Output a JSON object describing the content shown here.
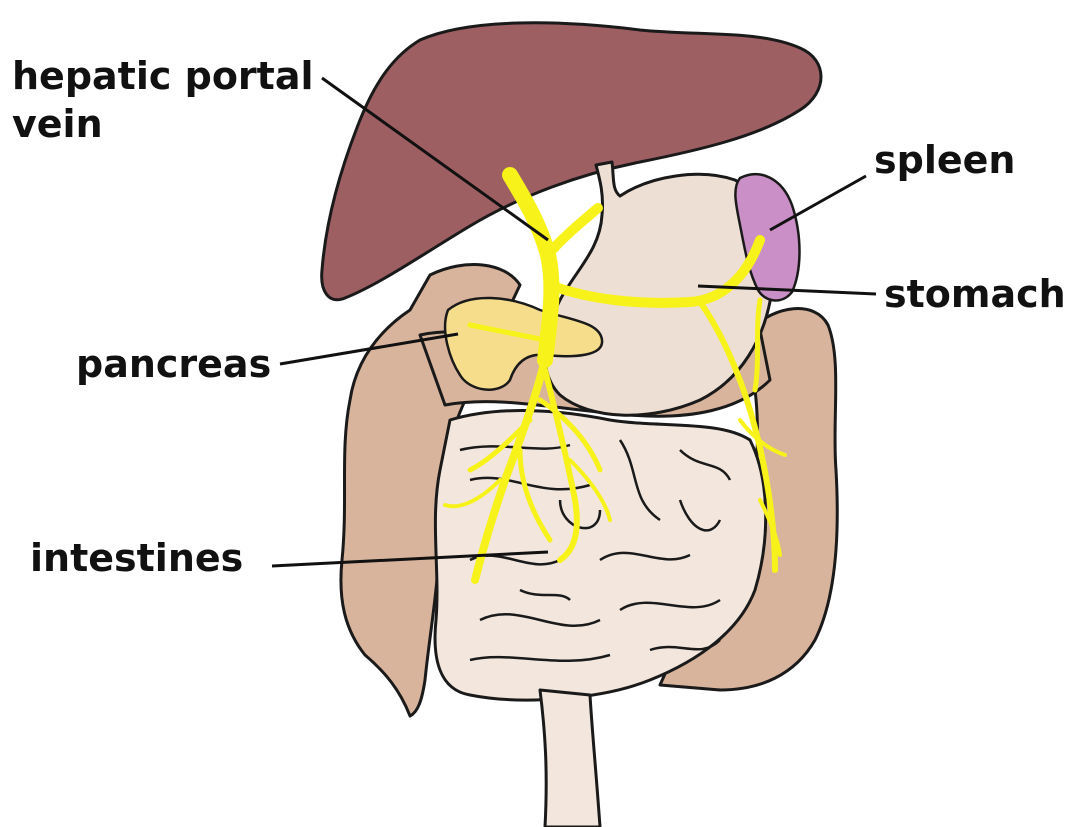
{
  "labels": {
    "hepatic_portal_vein_line1": "hepatic portal",
    "hepatic_portal_vein_line2": "vein",
    "spleen": "spleen",
    "stomach": "stomach",
    "pancreas": "pancreas",
    "intestines": "intestines"
  },
  "colors": {
    "liver": "#9e5f63",
    "stomach": "#eedfd4",
    "colon": "#d9b49c",
    "small_intestine": "#f2e6dd",
    "spleen": "#c98fc6",
    "pancreas": "#f5dd8c",
    "vein": "#f7f21a",
    "outline": "#1a1a1a"
  }
}
